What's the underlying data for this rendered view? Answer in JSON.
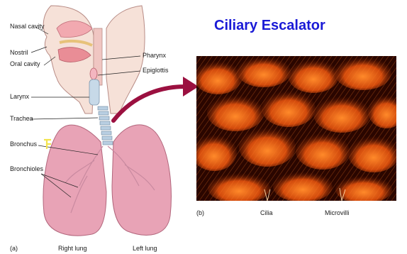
{
  "title": "Ciliary Escalator",
  "anatomy_labels": {
    "nasal_cavity": "Nasal cavity",
    "nostril": "Nostril",
    "oral_cavity": "Oral cavity",
    "larynx": "Larynx",
    "trachea": "Trachea",
    "bronchus": "Bronchus",
    "bronchioles": "Bronchioles",
    "pharynx": "Pharynx",
    "epiglottis": "Epiglottis",
    "right_lung": "Right lung",
    "left_lung": "Left lung"
  },
  "micrograph_labels": {
    "cilia": "Cilia",
    "microvilli": "Microvilli"
  },
  "panel_labels": {
    "a": "(a)",
    "b": "(b)"
  },
  "colors": {
    "title": "#1a1ad6",
    "arrow": "#9b1040",
    "lung": "#e8a3b6",
    "tissue": "#f1c1b0",
    "micrograph_dark": "#2a0600",
    "micrograph_bright": "#ff6a1a"
  }
}
